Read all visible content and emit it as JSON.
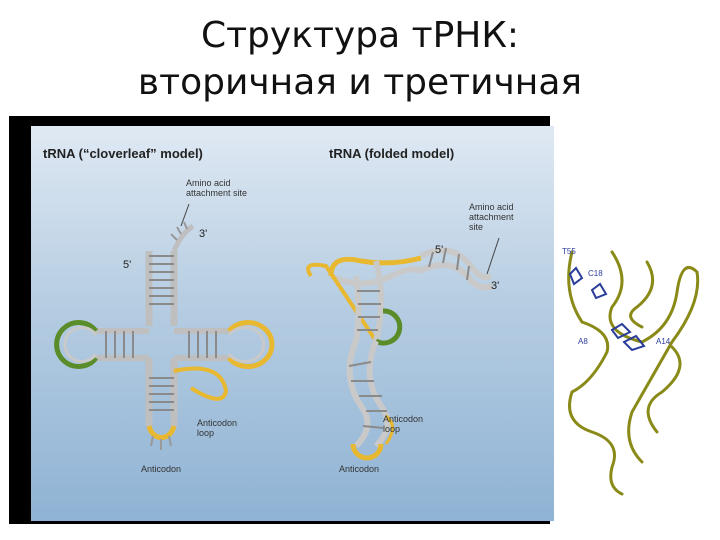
{
  "title": {
    "line1": "Структура тРНК:",
    "line2": "вторичная и третичная"
  },
  "left_diagram": {
    "heading": "tRNA (“cloverleaf” model)",
    "amino_site": [
      "Amino acid",
      "attachment site"
    ],
    "three_prime": "3'",
    "five_prime": "5'",
    "anticodon_loop": [
      "Anticodon",
      "loop"
    ],
    "anticodon": "Anticodon"
  },
  "right_diagram": {
    "heading": "tRNA (folded model)",
    "amino_site": [
      "Amino acid",
      "attachment",
      "site"
    ],
    "five_prime": "5'",
    "three_prime": "3'",
    "anticodon_loop": [
      "Anticodon",
      "loop"
    ],
    "anticodon": "Anticodon"
  },
  "sketch_labels": [
    "T55",
    "C18",
    "A8",
    "A14"
  ],
  "colors": {
    "panel_border": "#000000",
    "loop_yellow": "#e8b830",
    "loop_green": "#5a8c2a",
    "backbone_grey": "#c9c9c9",
    "sketch_olive": "#8a8a18",
    "sketch_blue": "#2a3c9a"
  }
}
